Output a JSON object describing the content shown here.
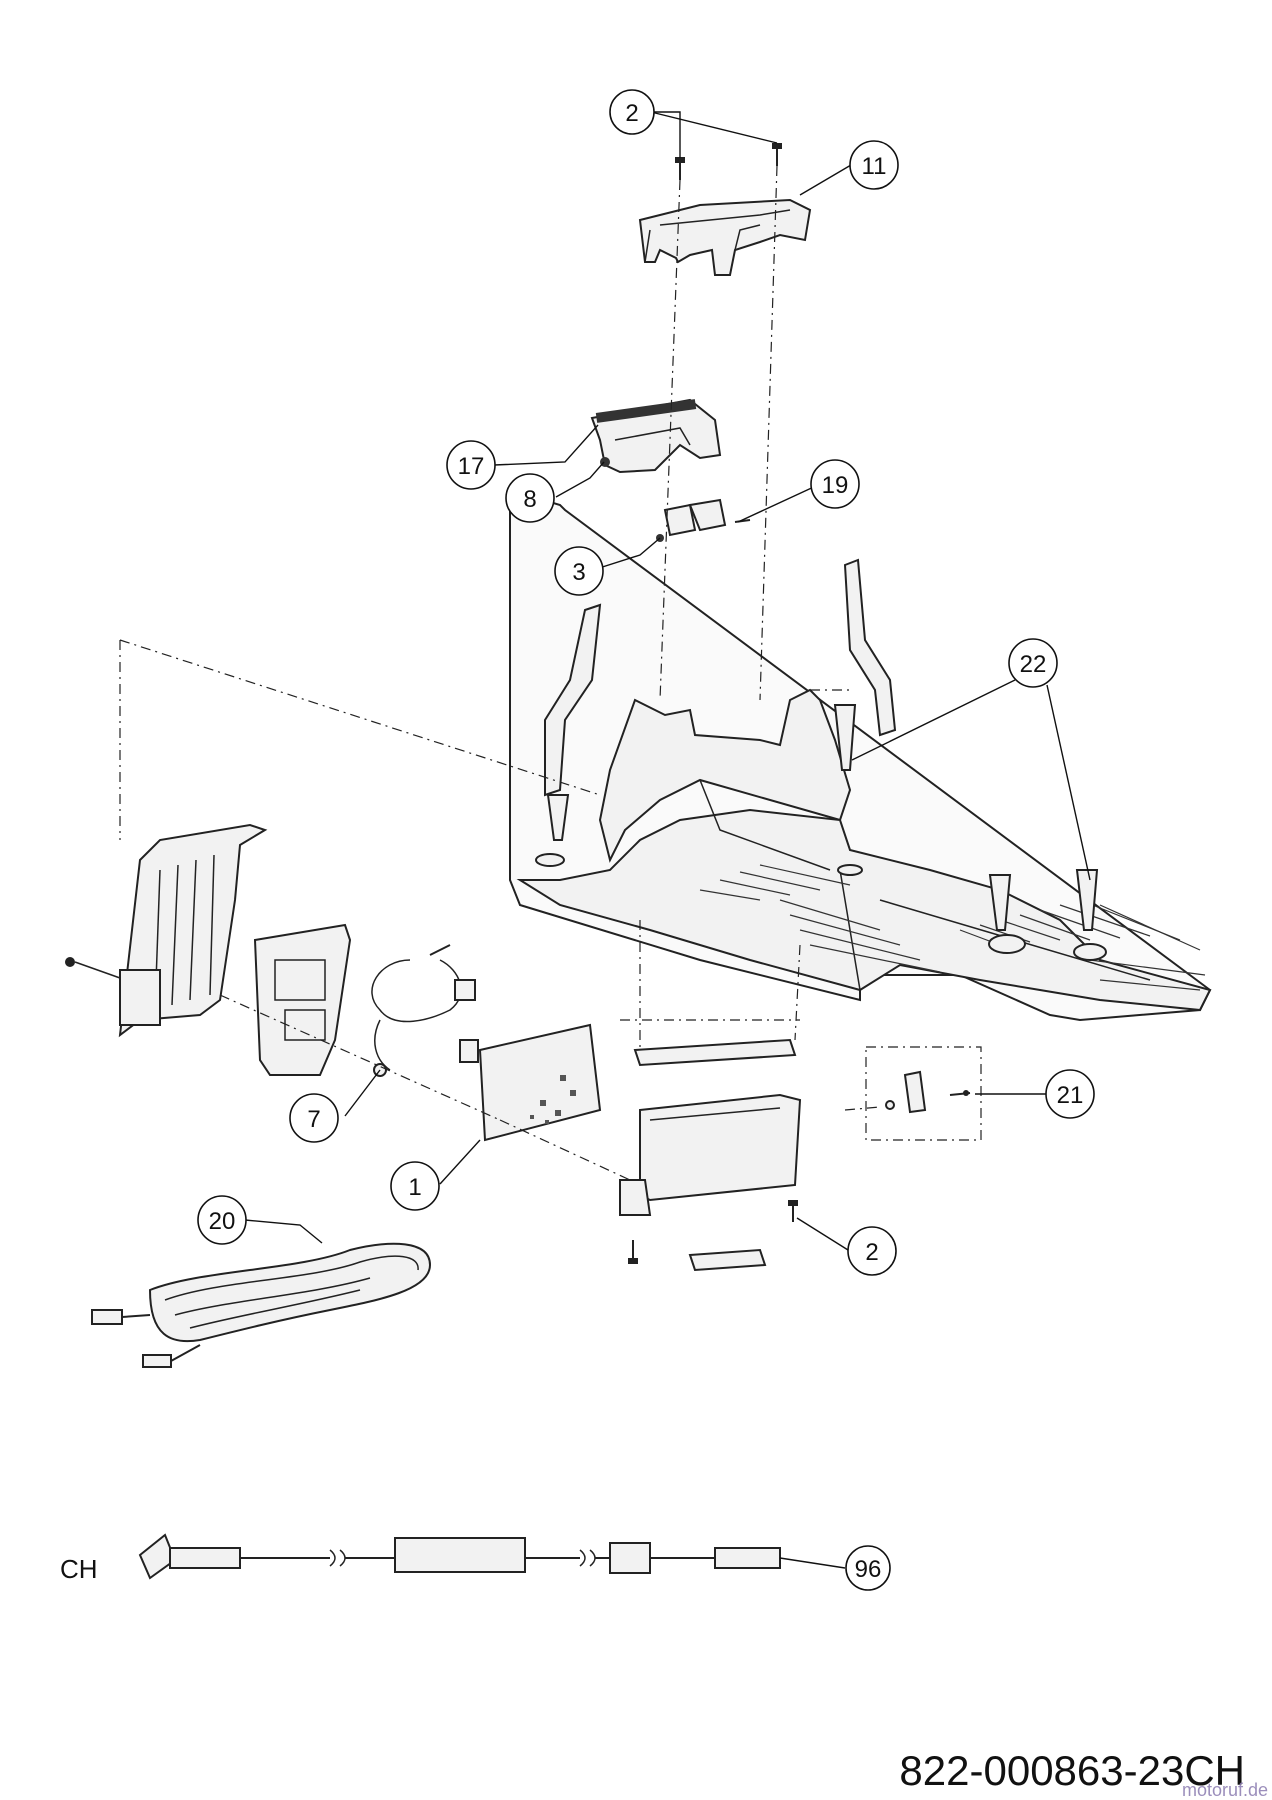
{
  "diagram": {
    "callouts": [
      {
        "id": "c2a",
        "number": "2"
      },
      {
        "id": "c11",
        "number": "11"
      },
      {
        "id": "c17",
        "number": "17"
      },
      {
        "id": "c8",
        "number": "8"
      },
      {
        "id": "c19",
        "number": "19"
      },
      {
        "id": "c3",
        "number": "3"
      },
      {
        "id": "c22",
        "number": "22"
      },
      {
        "id": "c21",
        "number": "21"
      },
      {
        "id": "c7",
        "number": "7"
      },
      {
        "id": "c1",
        "number": "1"
      },
      {
        "id": "c20",
        "number": "20"
      },
      {
        "id": "c2b",
        "number": "2"
      },
      {
        "id": "c96",
        "number": "96"
      }
    ],
    "variant_label": "CH",
    "part_number": "822-000863-23CH",
    "watermark": "motoruf.de"
  }
}
